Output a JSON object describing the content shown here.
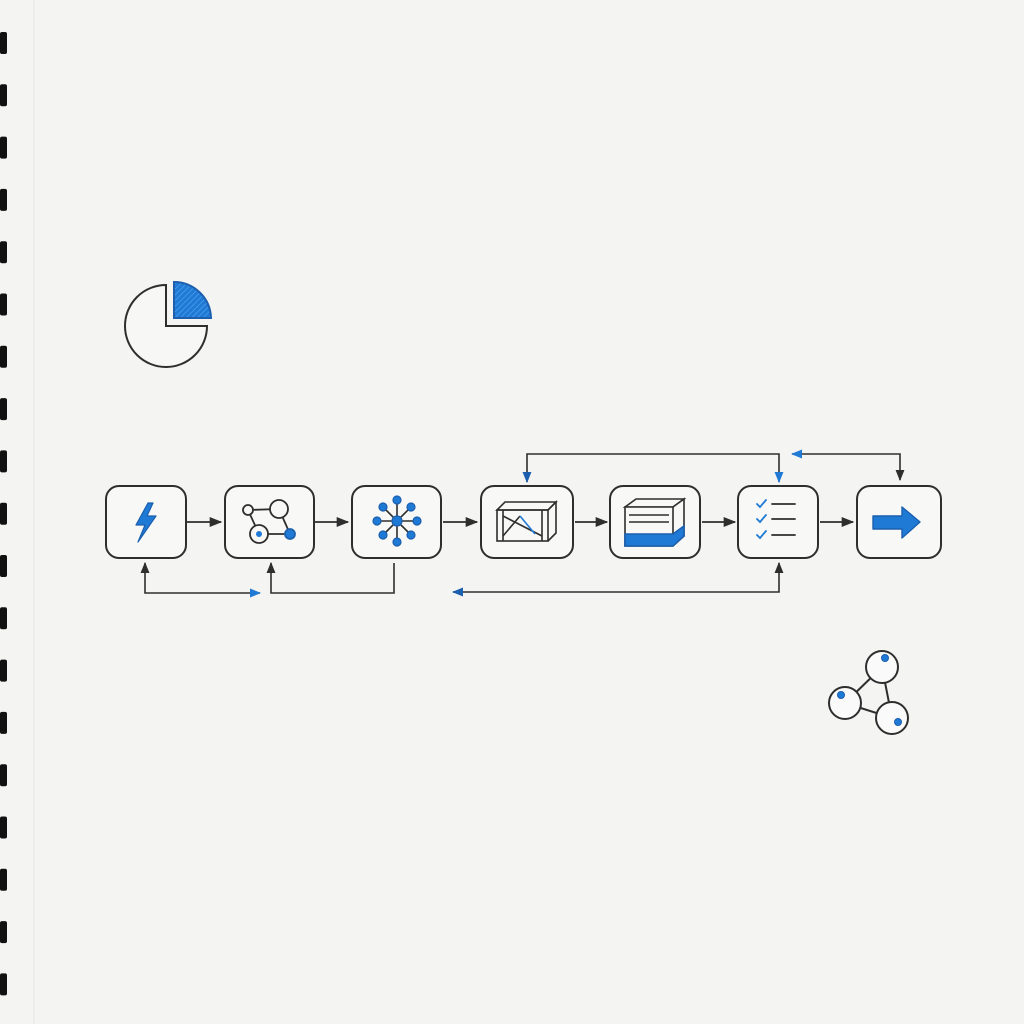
{
  "colors": {
    "paper": "#f4f4f3",
    "ink": "#2e2e2e",
    "accent": "#1f7ad6",
    "accent_dark": "#1b5fae",
    "binding": "#111111"
  },
  "decorations": {
    "top_left": "pie-chart-icon",
    "bottom_right": "connected-nodes-icon",
    "left_edge": "spiral-binding"
  },
  "pipeline": {
    "steps": [
      {
        "id": "trigger",
        "icon": "lightning-bolt-icon"
      },
      {
        "id": "graph",
        "icon": "node-graph-icon"
      },
      {
        "id": "hub",
        "icon": "network-hub-icon"
      },
      {
        "id": "crate",
        "icon": "crate-icon"
      },
      {
        "id": "storage-box",
        "icon": "open-box-icon"
      },
      {
        "id": "checklist",
        "icon": "checklist-icon"
      },
      {
        "id": "output",
        "icon": "arrow-right-icon"
      }
    ],
    "forward_links": [
      [
        "trigger",
        "graph"
      ],
      [
        "graph",
        "hub"
      ],
      [
        "hub",
        "crate"
      ],
      [
        "crate",
        "storage-box"
      ],
      [
        "storage-box",
        "checklist"
      ],
      [
        "checklist",
        "output"
      ]
    ],
    "loop_links": [
      {
        "from": "trigger",
        "to": "graph",
        "side": "below",
        "direction": "forward"
      },
      {
        "from": "hub",
        "to": "graph",
        "side": "below",
        "direction": "backward"
      },
      {
        "from": "crate",
        "to": "checklist",
        "side": "above",
        "direction": "both"
      },
      {
        "from": "checklist",
        "to": "output",
        "side": "above",
        "direction": "both"
      },
      {
        "from": "checklist",
        "to": "crate",
        "side": "below",
        "direction": "backward"
      }
    ]
  }
}
